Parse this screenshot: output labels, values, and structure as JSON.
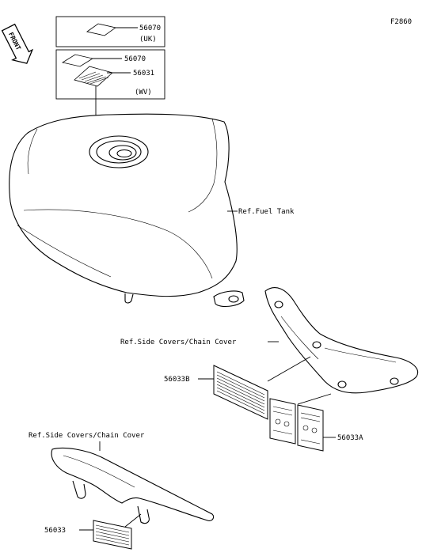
{
  "figure_code": "F2860",
  "direction_label": "FRONT",
  "callouts": {
    "uk_part": "56070",
    "uk_region": "(UK)",
    "wv_part_1": "56070",
    "wv_part_2": "56031",
    "wv_region": "(WV)",
    "ref_fuel_tank": "Ref.Fuel Tank",
    "ref_side_covers_1": "Ref.Side Covers/Chain Cover",
    "side_label_b": "56033B",
    "side_label_a": "56033A",
    "ref_side_covers_2": "Ref.Side Covers/Chain Cover",
    "chain_label": "56033"
  },
  "colors": {
    "line": "#000000",
    "background": "#ffffff"
  }
}
